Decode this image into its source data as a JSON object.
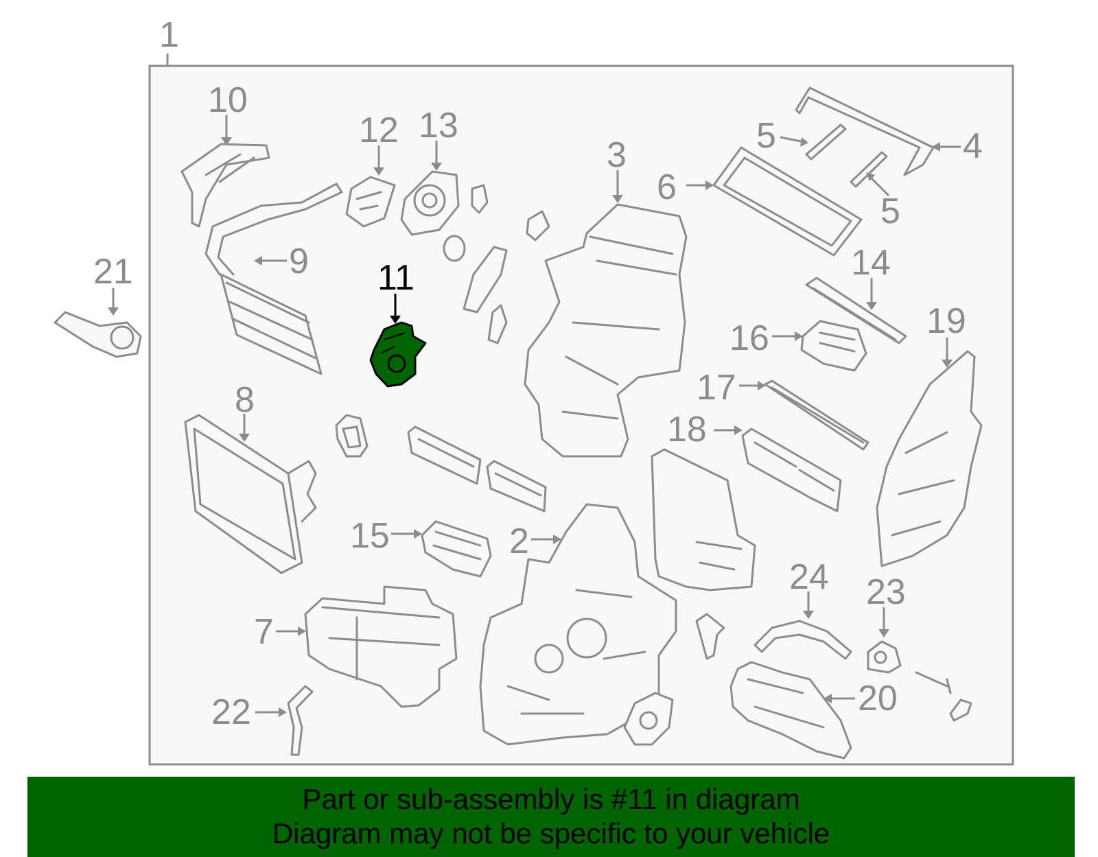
{
  "colors": {
    "line": "#8c8c8c",
    "panel": "#f8f8f8",
    "highlight": "#006400",
    "highlight_text": "#000000"
  },
  "highlighted_part": "11",
  "callouts": {
    "c1": "1",
    "c2": "2",
    "c3": "3",
    "c4": "4",
    "c5a": "5",
    "c5b": "5",
    "c6": "6",
    "c7": "7",
    "c8": "8",
    "c9": "9",
    "c10": "10",
    "c11": "11",
    "c12": "12",
    "c13": "13",
    "c14": "14",
    "c15": "15",
    "c16": "16",
    "c17": "17",
    "c18": "18",
    "c19": "19",
    "c20": "20",
    "c21": "21",
    "c22": "22",
    "c23": "23",
    "c24": "24"
  },
  "banner": {
    "line1": "Part or sub-assembly is #11 in diagram",
    "line2": "Diagram may not be specific to your vehicle"
  }
}
